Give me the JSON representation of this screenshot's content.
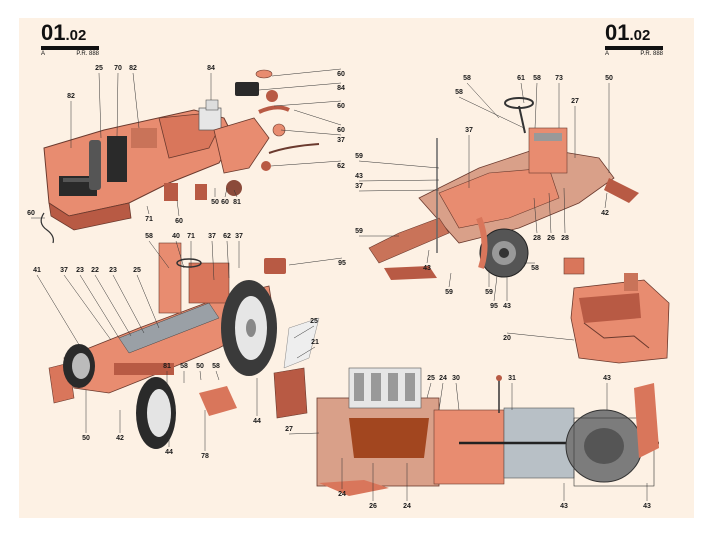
{
  "header": {
    "code": "01",
    "sub": ".02",
    "edition": "A",
    "ref": "P.R. 888"
  },
  "callouts": [
    {
      "label": "25",
      "name": "callout-25-engine-air"
    },
    {
      "label": "70",
      "name": "callout-70"
    },
    {
      "label": "82",
      "name": "callout-82-top"
    },
    {
      "label": "82",
      "name": "callout-82-left"
    },
    {
      "label": "84",
      "name": "callout-84-seat"
    },
    {
      "label": "60",
      "name": "callout-60-lamp-a"
    },
    {
      "label": "84",
      "name": "callout-84-mirror"
    },
    {
      "label": "60",
      "name": "callout-60-lamp-b"
    },
    {
      "label": "60",
      "name": "callout-60-lamp-c"
    },
    {
      "label": "37",
      "name": "callout-37-cable"
    },
    {
      "label": "62",
      "name": "callout-62"
    },
    {
      "label": "60",
      "name": "callout-60-left"
    },
    {
      "label": "71",
      "name": "callout-71-hood"
    },
    {
      "label": "60",
      "name": "callout-60-hood"
    },
    {
      "label": "50",
      "name": "callout-50-hood"
    },
    {
      "label": "60",
      "name": "callout-60-hood-b"
    },
    {
      "label": "81",
      "name": "callout-81-hood"
    },
    {
      "label": "58",
      "name": "callout-58-tr-a"
    },
    {
      "label": "58",
      "name": "callout-58-tr-b"
    },
    {
      "label": "61",
      "name": "callout-61-tr"
    },
    {
      "label": "58",
      "name": "callout-58-tr-c"
    },
    {
      "label": "73",
      "name": "callout-73-tr"
    },
    {
      "label": "50",
      "name": "callout-50-tr"
    },
    {
      "label": "37",
      "name": "callout-37-tr"
    },
    {
      "label": "27",
      "name": "callout-27-tr"
    },
    {
      "label": "59",
      "name": "callout-59-tr-a"
    },
    {
      "label": "43",
      "name": "callout-43-tr-a"
    },
    {
      "label": "37",
      "name": "callout-37-tr-b"
    },
    {
      "label": "59",
      "name": "callout-59-tr-b"
    },
    {
      "label": "28",
      "name": "callout-28-tr-a"
    },
    {
      "label": "26",
      "name": "callout-26-tr"
    },
    {
      "label": "28",
      "name": "callout-28-tr-b"
    },
    {
      "label": "42",
      "name": "callout-42-tr"
    },
    {
      "label": "43",
      "name": "callout-43-tr-b"
    },
    {
      "label": "59",
      "name": "callout-59-tr-c"
    },
    {
      "label": "59",
      "name": "callout-59-tr-d"
    },
    {
      "label": "95",
      "name": "callout-95-tr"
    },
    {
      "label": "43",
      "name": "callout-43-tr-c"
    },
    {
      "label": "58",
      "name": "callout-58-tr-d"
    },
    {
      "label": "20",
      "name": "callout-20-engine"
    },
    {
      "label": "58",
      "name": "callout-58-ml"
    },
    {
      "label": "40",
      "name": "callout-40-ml"
    },
    {
      "label": "71",
      "name": "callout-71-ml"
    },
    {
      "label": "37",
      "name": "callout-37-ml-a"
    },
    {
      "label": "62",
      "name": "callout-62-ml"
    },
    {
      "label": "37",
      "name": "callout-37-ml-b"
    },
    {
      "label": "41",
      "name": "callout-41-ml"
    },
    {
      "label": "37",
      "name": "callout-37-ml-c"
    },
    {
      "label": "23",
      "name": "callout-23-ml-a"
    },
    {
      "label": "22",
      "name": "callout-22-ml"
    },
    {
      "label": "23",
      "name": "callout-23-ml-b"
    },
    {
      "label": "25",
      "name": "callout-25-ml"
    },
    {
      "label": "95",
      "name": "callout-95-ml"
    },
    {
      "label": "25",
      "name": "callout-25-ml-b"
    },
    {
      "label": "21",
      "name": "callout-21-ml"
    },
    {
      "label": "81",
      "name": "callout-81-ml"
    },
    {
      "label": "58",
      "name": "callout-58-ml-b"
    },
    {
      "label": "50",
      "name": "callout-50-ml"
    },
    {
      "label": "58",
      "name": "callout-58-ml-c"
    },
    {
      "label": "50",
      "name": "callout-50-bl"
    },
    {
      "label": "42",
      "name": "callout-42-bl"
    },
    {
      "label": "44",
      "name": "callout-44-bl"
    },
    {
      "label": "78",
      "name": "callout-78-bl"
    },
    {
      "label": "44",
      "name": "callout-44-bl-b"
    },
    {
      "label": "27",
      "name": "callout-27-bc"
    },
    {
      "label": "25",
      "name": "callout-25-bc"
    },
    {
      "label": "24",
      "name": "callout-24-bc-a"
    },
    {
      "label": "30",
      "name": "callout-30-bc"
    },
    {
      "label": "31",
      "name": "callout-31-bc"
    },
    {
      "label": "43",
      "name": "callout-43-br-a"
    },
    {
      "label": "24",
      "name": "callout-24-bc-b"
    },
    {
      "label": "26",
      "name": "callout-26-bc"
    },
    {
      "label": "24",
      "name": "callout-24-bc-c"
    },
    {
      "label": "43",
      "name": "callout-43-br-b"
    },
    {
      "label": "43",
      "name": "callout-43-br-c"
    }
  ],
  "colors": {
    "sheet": "#fdf1e4",
    "body": "#e88c70",
    "body_dark": "#b85a44",
    "shadow": "#6b3a2e",
    "ink": "#1a1a1a",
    "steel": "#9aa0a6",
    "white": "#ffffff"
  }
}
